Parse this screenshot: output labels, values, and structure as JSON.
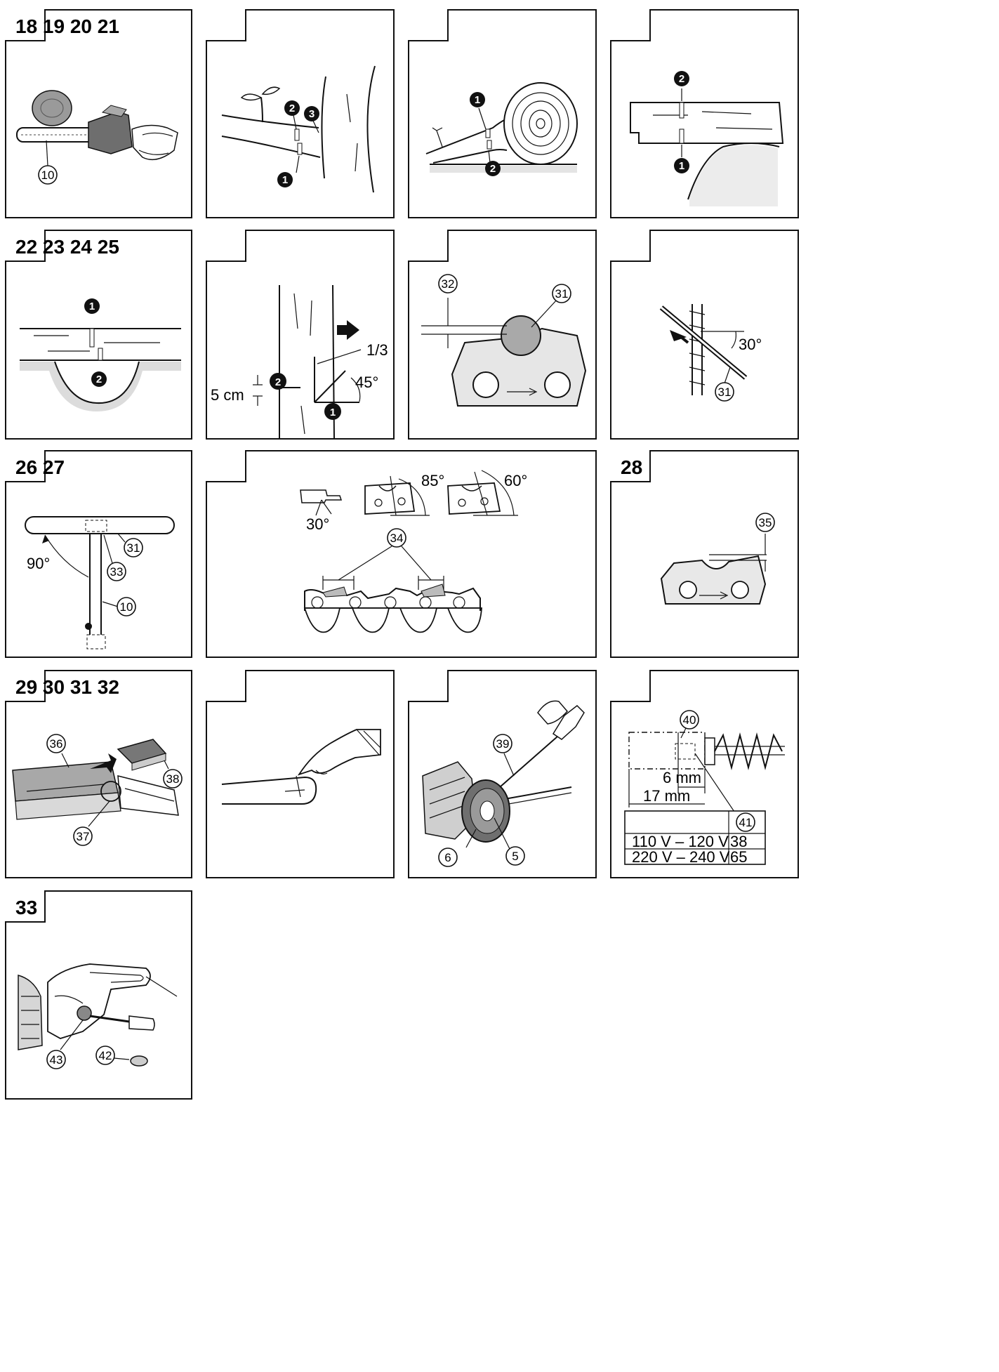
{
  "groups": {
    "g1": "18 19 20 21",
    "g2": "22 23 24 25",
    "g3": "26 27",
    "g4": "28",
    "g5": "29 30 31 32",
    "g6": "33"
  },
  "callouts": {
    "c10": "10",
    "c31": "31",
    "c32": "32",
    "c33": "33",
    "c34": "34",
    "c35": "35",
    "c36": "36",
    "c37": "37",
    "c38": "38",
    "c39": "39",
    "c40": "40",
    "c41": "41",
    "c42": "42",
    "c43": "43",
    "c5": "5",
    "c6": "6"
  },
  "markers": {
    "m1": "1",
    "m2": "2",
    "m3": "3"
  },
  "labels": {
    "five_cm": "5 cm",
    "one_third": "1/3",
    "deg45": "45°",
    "deg30": "30°",
    "deg90": "90°",
    "deg85": "85°",
    "deg60": "60°",
    "six_mm": "6 mm",
    "seventeen_mm": "17 mm"
  },
  "brush_table": {
    "header_col2": "41",
    "rows": [
      {
        "voltage": "110 V – 120 V",
        "value": "38"
      },
      {
        "voltage": "220 V – 240 V",
        "value": "65"
      }
    ]
  }
}
